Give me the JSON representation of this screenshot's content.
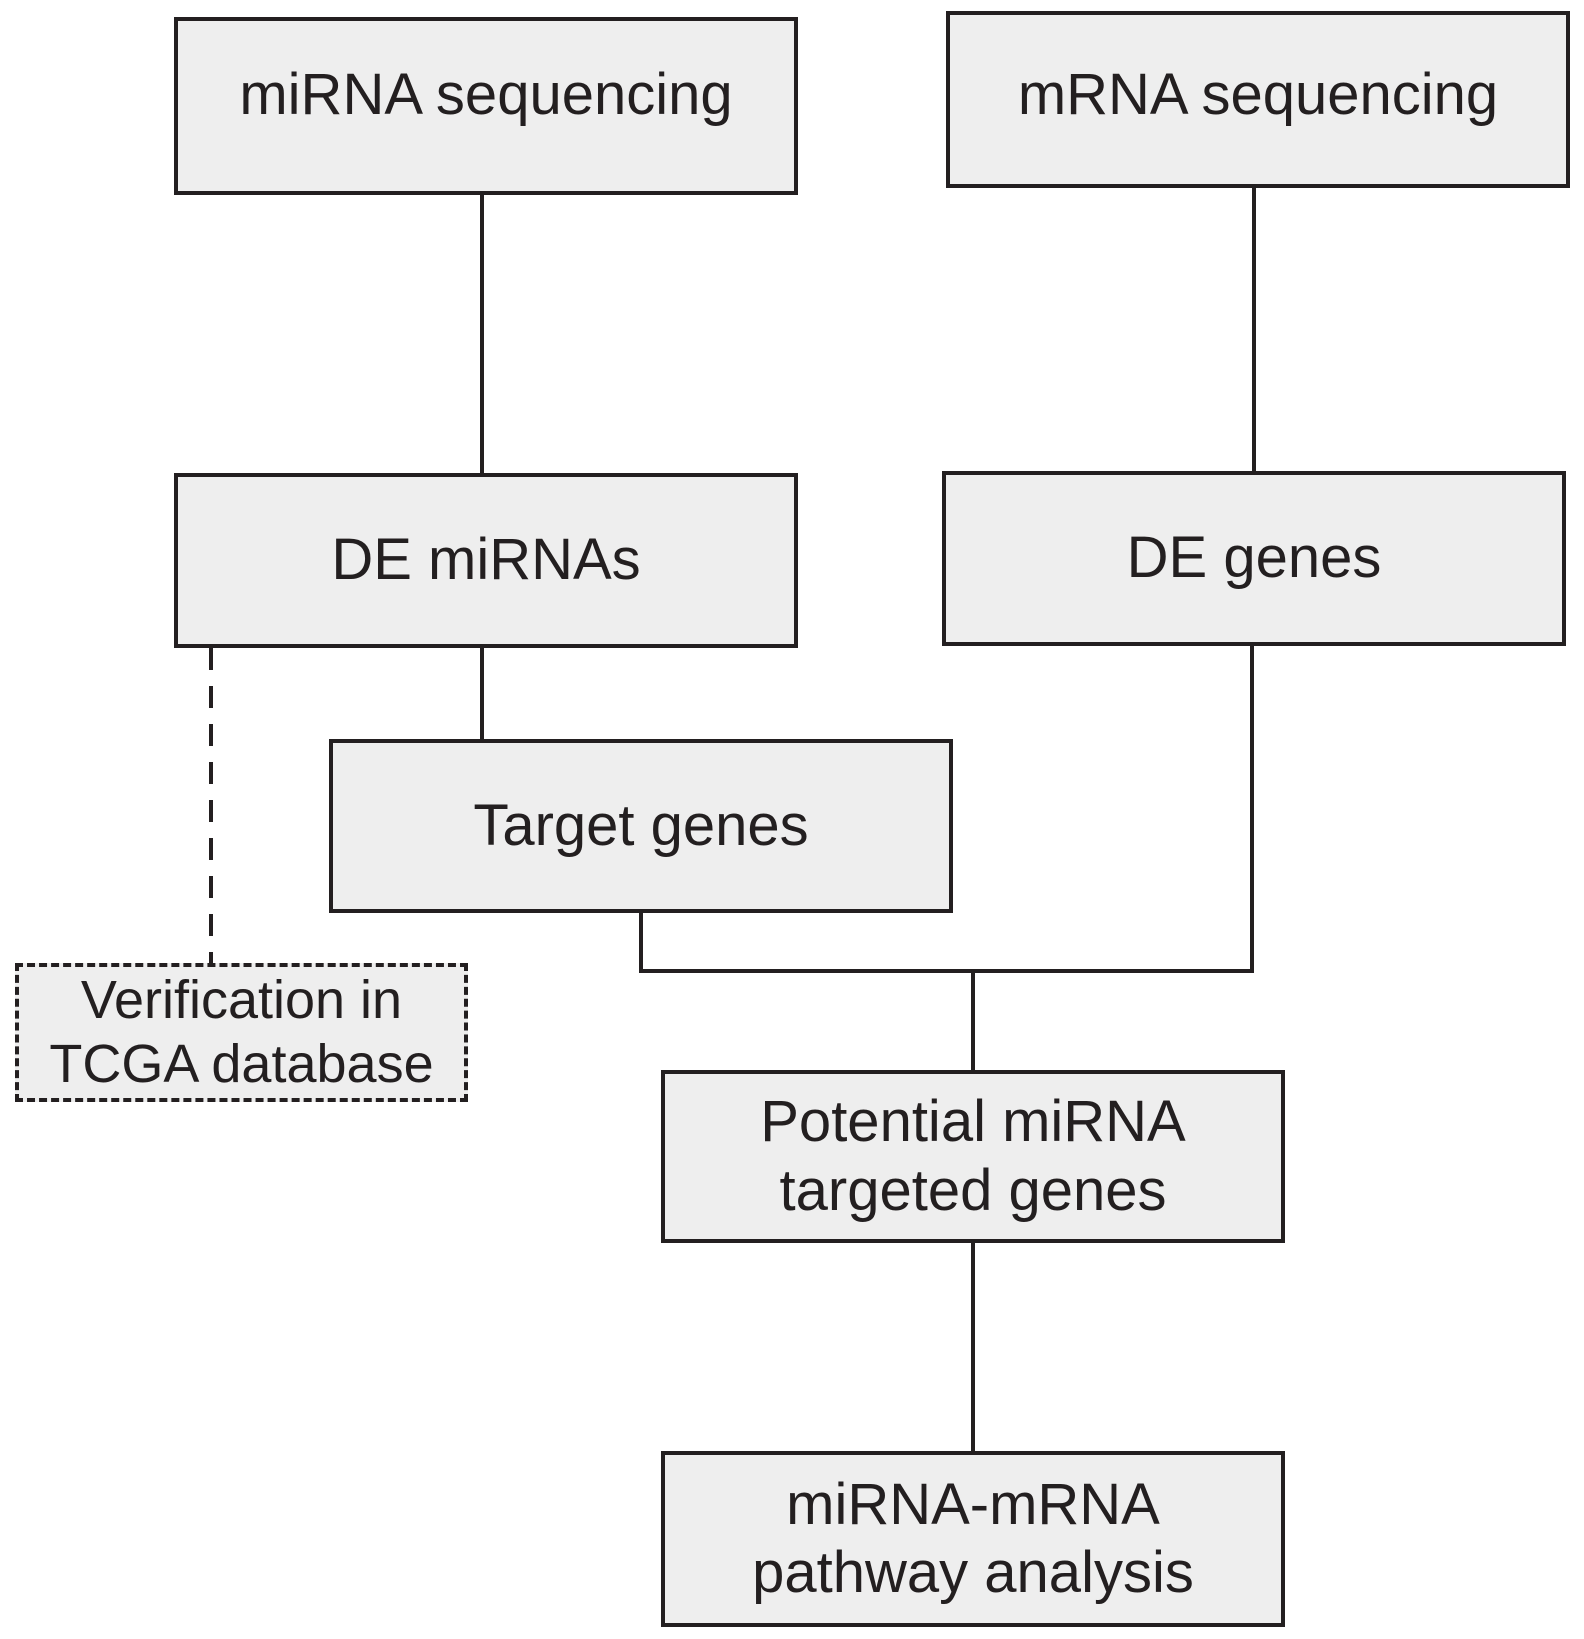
{
  "diagram": {
    "nodes": {
      "mirna_seq": {
        "label": "miRNA sequencing"
      },
      "mrna_seq": {
        "label": "mRNA sequencing"
      },
      "de_mirnas": {
        "label": "DE miRNAs"
      },
      "de_genes": {
        "label": "DE genes"
      },
      "target_genes": {
        "label": "Target genes"
      },
      "verification": {
        "line1": "Verification in",
        "line2": "TCGA database"
      },
      "potential": {
        "line1": "Potential miRNA",
        "line2": "targeted genes"
      },
      "pathway": {
        "line1": "miRNA-mRNA",
        "line2": "pathway analysis"
      }
    },
    "colors": {
      "box_fill": "#eeeeee",
      "stroke": "#231f20",
      "text": "#231f20"
    }
  }
}
